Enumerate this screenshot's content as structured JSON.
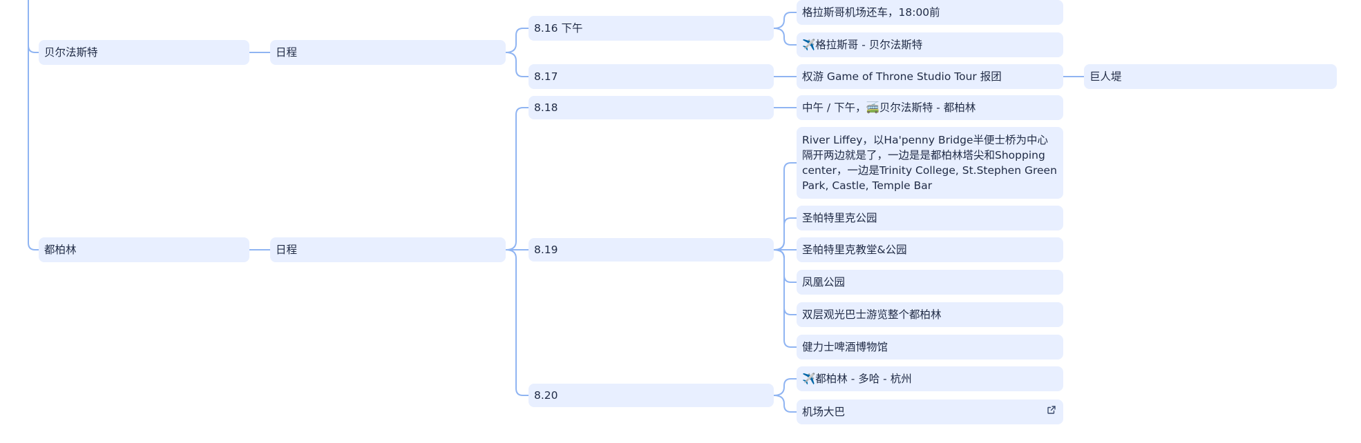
{
  "colors": {
    "node_bg": "#e8efff",
    "line": "#8fb4f2",
    "text": "#1f2a44"
  },
  "nodes": {
    "belfast": "贝尔法斯特",
    "belfast_schedule": "日程",
    "d816": "8.16 下午",
    "d816_a": "格拉斯哥机场还车，18:00前",
    "d816_b": "✈️格拉斯哥 - 贝尔法斯特",
    "d817": "8.17",
    "d817_a": "权游 Game of Throne Studio Tour 报团",
    "d817_a_1": "巨人堤",
    "dublin": "都柏林",
    "dublin_schedule": "日程",
    "d818": "8.18",
    "d818_a": "中午 / 下午，🚎贝尔法斯特 - 都柏林",
    "d819": "8.19",
    "d819_a": "River Liffey，以Ha'penny Bridge半便士桥为中心隔开两边就是了，一边是是都柏林塔尖和Shopping center，一边是Trinity College, St.Stephen Green Park, Castle, Temple Bar",
    "d819_b": "圣帕特里克公园",
    "d819_c": "圣帕特里克教堂&公园",
    "d819_d": "凤凰公园",
    "d819_e": "双层观光巴士游览整个都柏林",
    "d819_f": "健力士啤酒博物馆",
    "d820": "8.20",
    "d820_a": "✈️都柏林 - 多哈 - 杭州",
    "d820_b": "机场大巴"
  },
  "icons": {
    "external_link": "external-link-icon"
  }
}
